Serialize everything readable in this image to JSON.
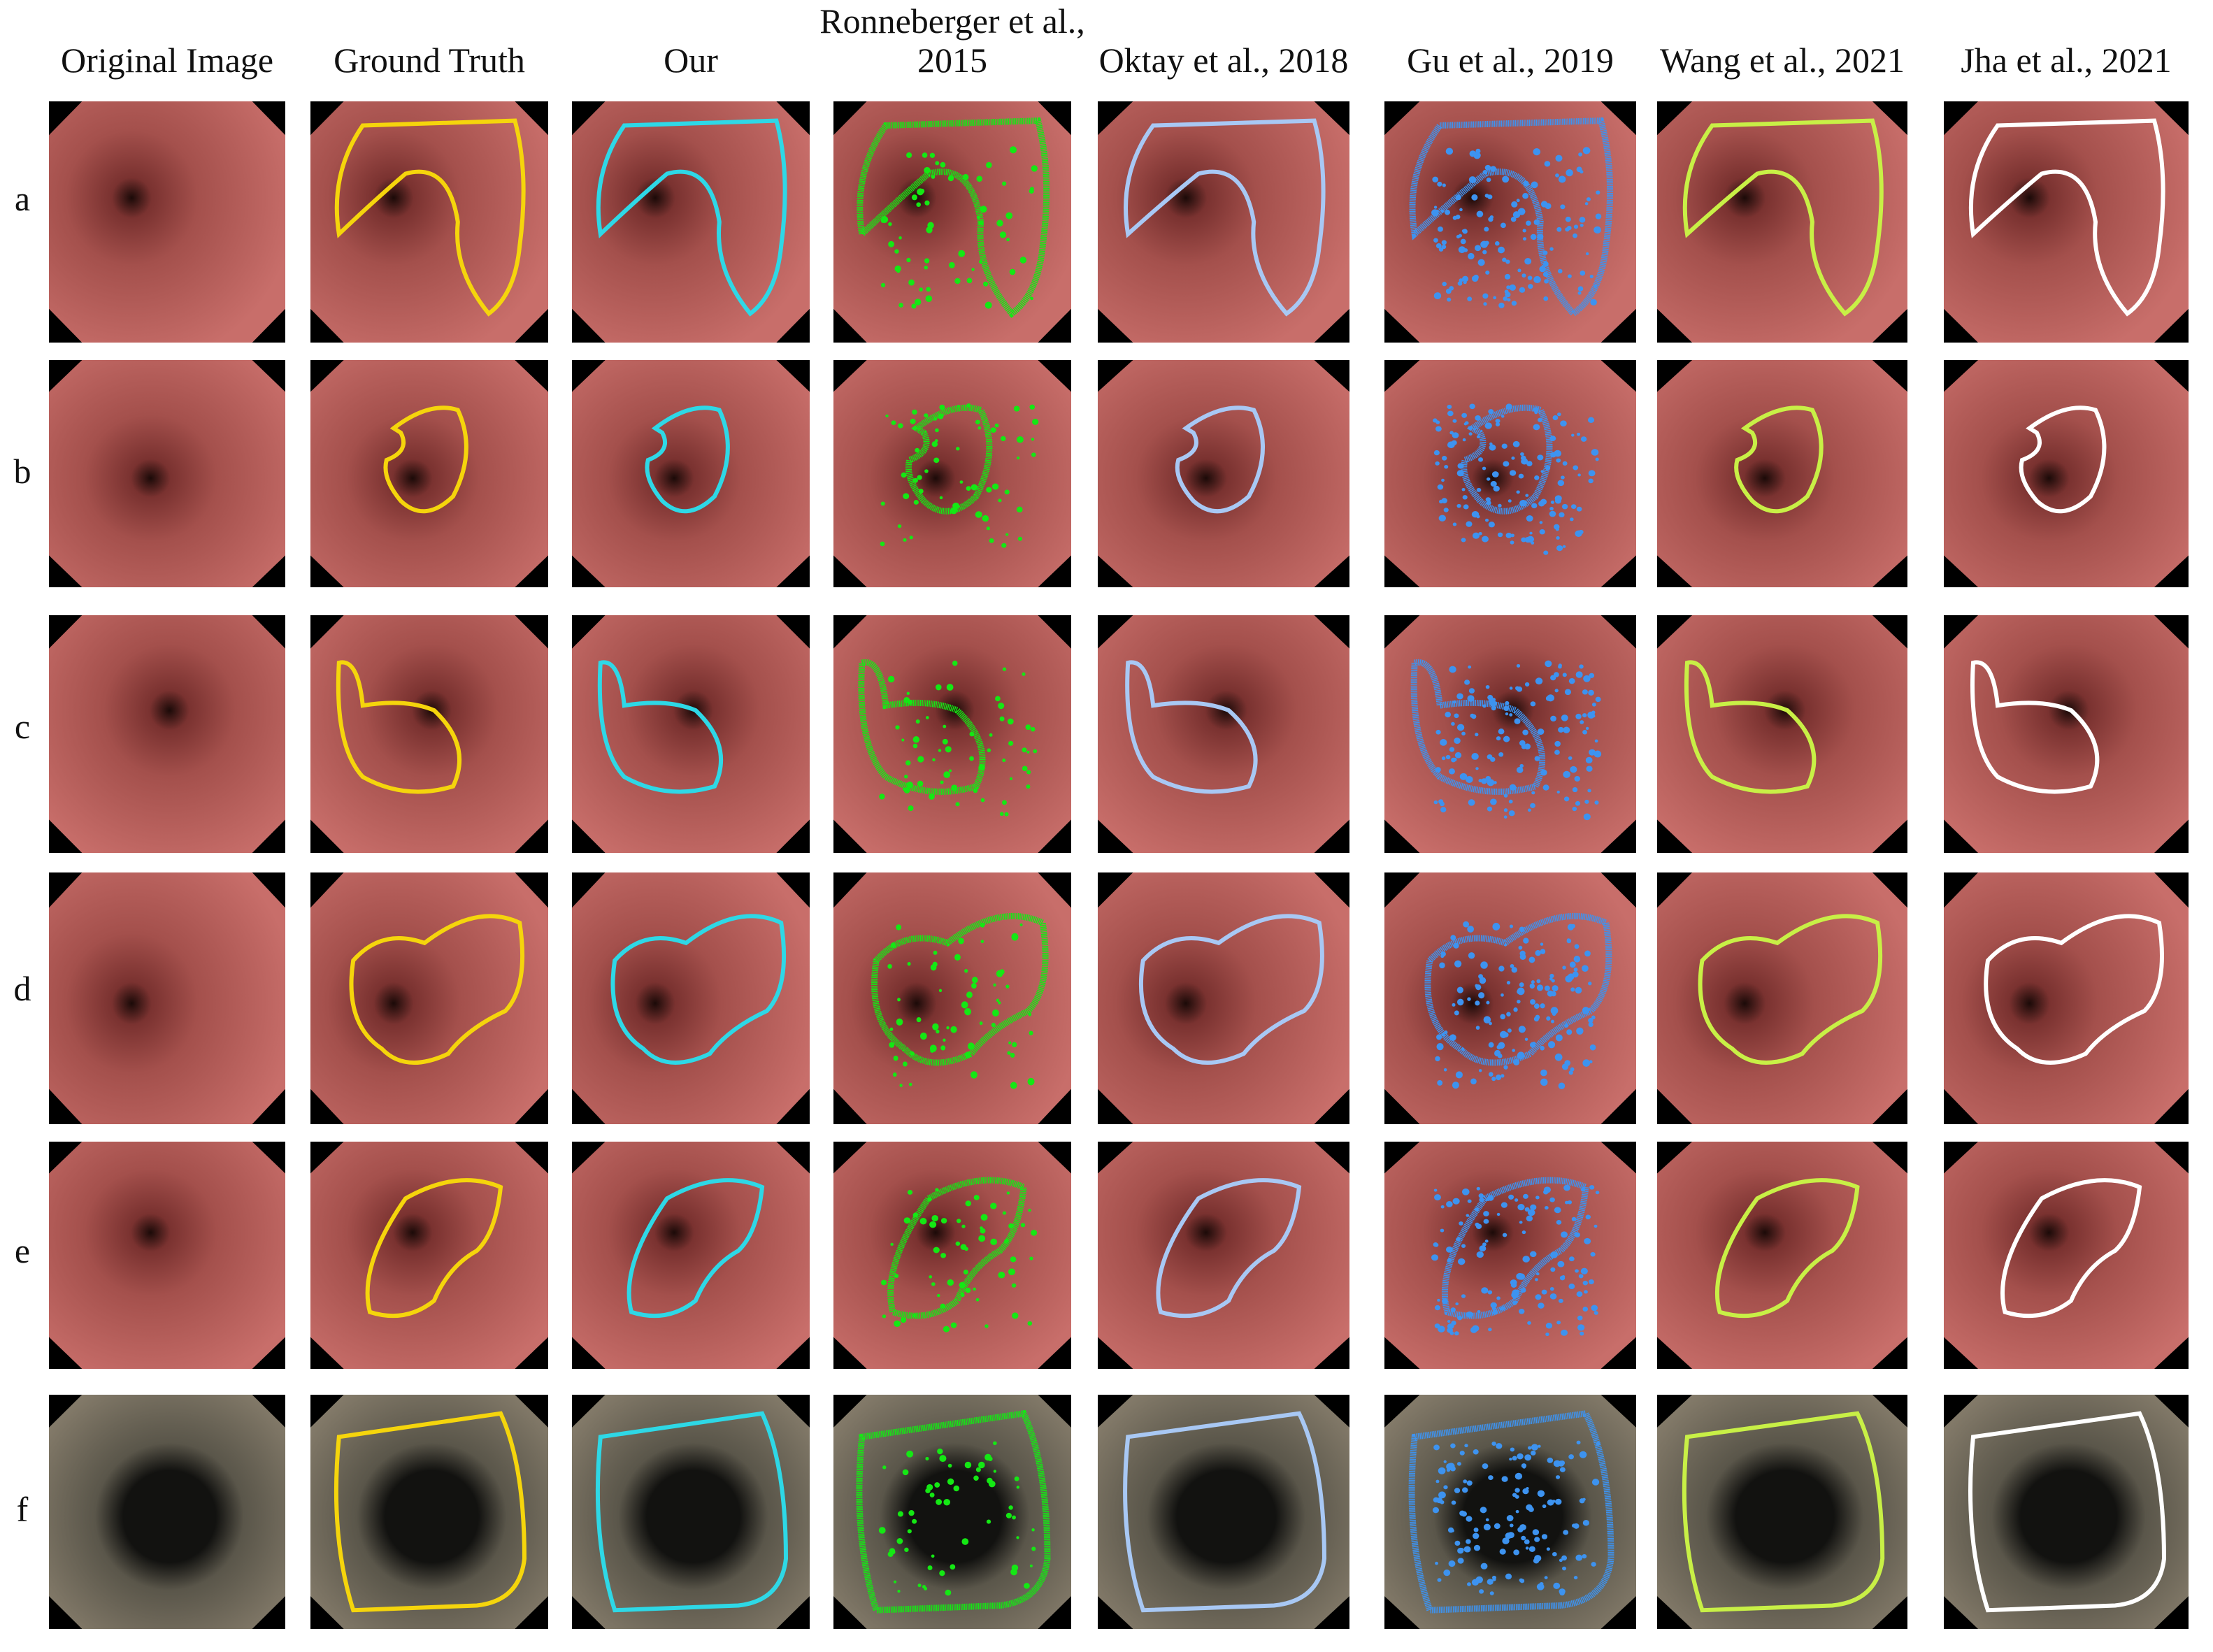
{
  "figure": {
    "columns": [
      {
        "label_lines": [
          "Original Image"
        ],
        "overlay": "none"
      },
      {
        "label_lines": [
          "Ground Truth"
        ],
        "overlay": "#f5d50c"
      },
      {
        "label_lines": [
          "Our"
        ],
        "overlay": "#2ed8e6"
      },
      {
        "label_lines": [
          "Ronneberger et al.,",
          "2015"
        ],
        "overlay": "#14e814"
      },
      {
        "label_lines": [
          "Oktay et al., 2018"
        ],
        "overlay": "#a8c8f4"
      },
      {
        "label_lines": [
          "Gu et al., 2019"
        ],
        "overlay": "#3d93f0"
      },
      {
        "label_lines": [
          "Wang et al., 2021"
        ],
        "overlay": "#c8f046"
      },
      {
        "label_lines": [
          "Jha et al., 2021"
        ],
        "overlay": "#ffffff"
      }
    ],
    "rows": [
      {
        "label": "a",
        "scene": "pink"
      },
      {
        "label": "b",
        "scene": "pink"
      },
      {
        "label": "c",
        "scene": "pink"
      },
      {
        "label": "d",
        "scene": "pink"
      },
      {
        "label": "e",
        "scene": "pink"
      },
      {
        "label": "f",
        "scene": "grey"
      }
    ],
    "colors": {
      "mucosa_pink": "#c86e6a",
      "mucosa_deep": "#7a3230",
      "lumen": "#1b0a08",
      "nbi_grey": "#8c8270",
      "nbi_dark": "#121210"
    }
  }
}
